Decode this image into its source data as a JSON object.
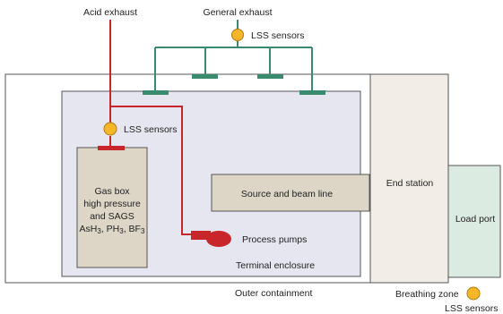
{
  "labels": {
    "acid_exhaust": "Acid exhaust",
    "general_exhaust": "General exhaust",
    "lss_sensors_top": "LSS sensors",
    "lss_sensors_inner": "LSS sensors",
    "lss_sensors_bottom": "LSS sensors",
    "gas_box_lines": [
      "Gas box",
      "high pressure",
      "and SAGS"
    ],
    "gas_box_formula": {
      "parts": [
        "AsH",
        "3",
        ", PH",
        "3",
        ", BF",
        "3"
      ]
    },
    "source_beam_line": "Source and beam line",
    "process_pumps": "Process pumps",
    "terminal_enclosure": "Terminal enclosure",
    "outer_containment": "Outer containment",
    "end_station": "End station",
    "load_port": "Load port",
    "breathing_zone": "Breathing zone"
  },
  "colors": {
    "acid_line": "#c8262a",
    "exhaust_line": "#3a8a6e",
    "sensor_fill": "#f5b62a",
    "sensor_stroke": "#b07a10",
    "terminal_fill": "#e6e6f0",
    "gas_box_fill": "#ddd6c6",
    "source_fill": "#ddd6c6",
    "end_station_fill": "#f3ede7",
    "load_port_fill": "#dcebe1",
    "outline": "#555555"
  }
}
